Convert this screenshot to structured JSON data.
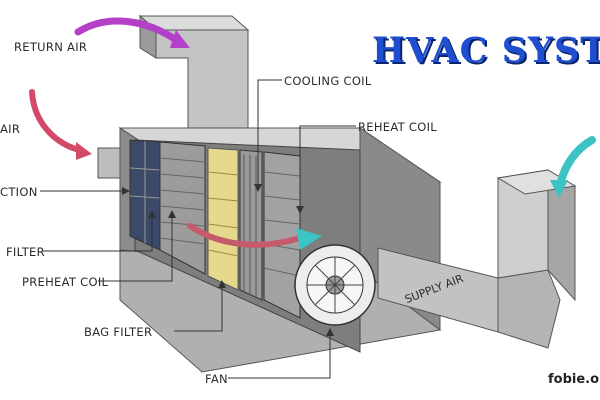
{
  "title": "HVAC SYSTE",
  "watermark": "fobie.o",
  "labels": {
    "return_air": "RETURN AIR",
    "outside_air": "AIR",
    "mixing_section": "CTION",
    "filter": "FILTER",
    "preheat_coil": "PREHEAT COIL",
    "bag_filter": "BAG FILTER",
    "fan": "FAN",
    "cooling_coil": "COOLING COIL",
    "reheat_coil": "REHEAT COIL",
    "supply_air": "SUPPLY AIR"
  },
  "colors": {
    "title": "#1f4fd0",
    "return_air_arrow": "#b43fc8",
    "outside_air_arrow": "#d24a68",
    "supply_arrow": "#3cc3c3",
    "cabinet_front": "#b9b9b9",
    "cabinet_top": "#d3d3d3",
    "cabinet_dark": "#7d7d7d"
  }
}
